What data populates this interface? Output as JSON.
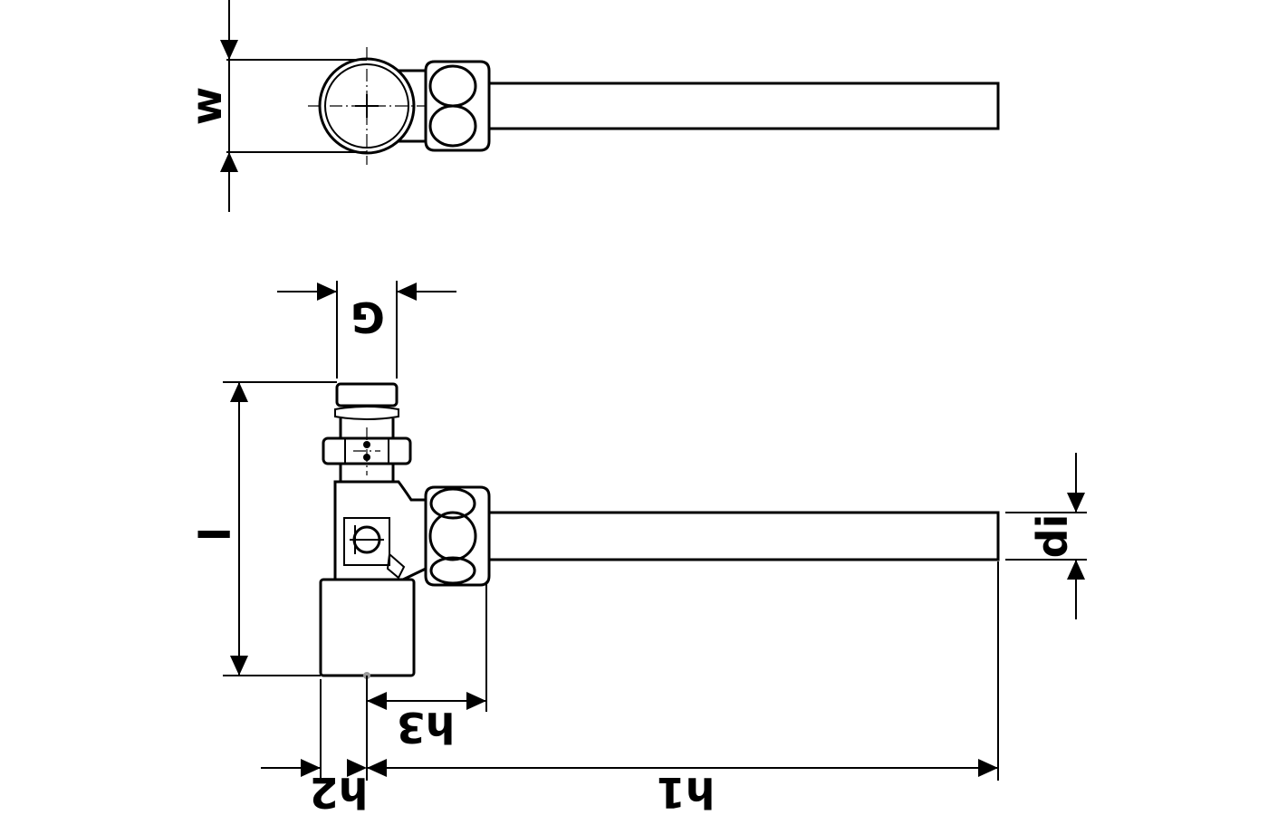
{
  "dimensions": {
    "w": "w",
    "G": "G",
    "l": "l",
    "di": "di",
    "h3": "h3",
    "h2": "h2",
    "h1": "h1"
  },
  "colors": {
    "line": "#000000",
    "background": "#ffffff"
  }
}
